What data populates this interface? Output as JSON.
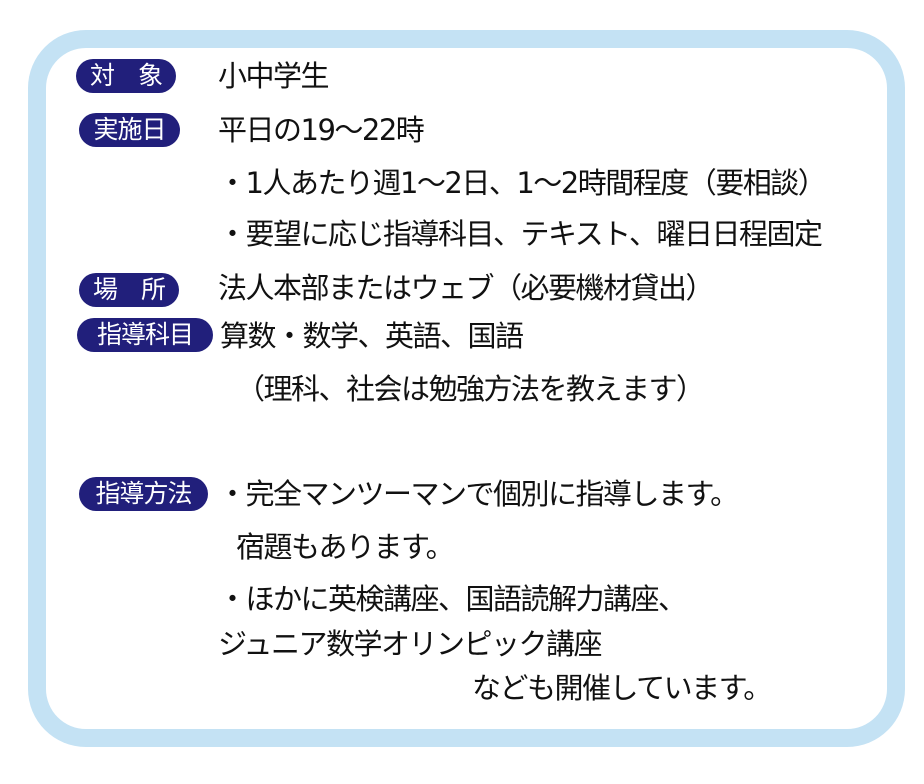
{
  "colors": {
    "frame": "#c4e2f4",
    "label_bg": "#211f7b",
    "label_text": "#ffffff",
    "body_text": "#111111"
  },
  "sections": [
    {
      "label": "対　象",
      "lines": [
        "小中学生"
      ]
    },
    {
      "label": "実施日",
      "lines": [
        "平日の19～22時",
        "・1人あたり週1～2日、1～2時間程度（要相談）",
        "・要望に応じ指導科目、テキスト、曜日日程固定"
      ]
    },
    {
      "label": "場　所",
      "lines": [
        "法人本部またはウェブ（必要機材貸出）"
      ]
    },
    {
      "label": "指導科目",
      "lines": [
        "算数・数学、英語、国語",
        "（理科、社会は勉強方法を教えます）"
      ]
    },
    {
      "label": "指導方法",
      "lines": [
        "・完全マンツーマンで個別に指導します。",
        "宿題もあります。",
        "・ほかに英検講座、国語読解力講座、",
        "ジュニア数学オリンピック講座",
        "なども開催しています。"
      ]
    }
  ]
}
